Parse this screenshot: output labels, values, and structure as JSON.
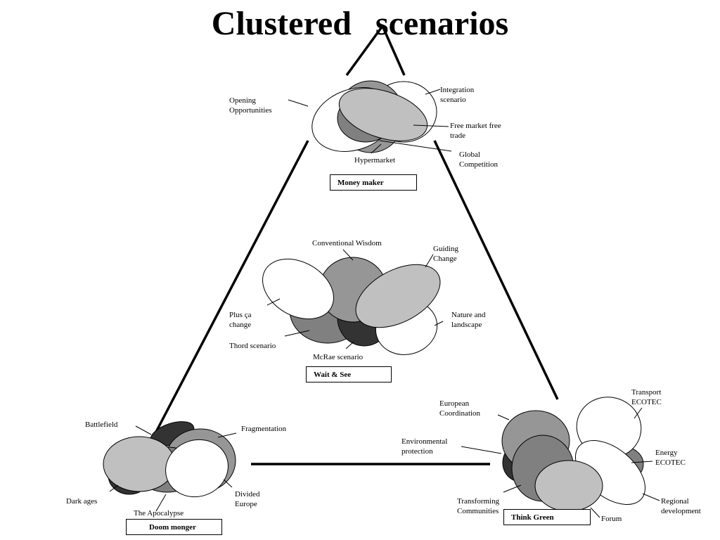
{
  "title": "Clustered scenarios",
  "colors": {
    "white": "#ffffff",
    "light_gray": "#c0c0c0",
    "mid_gray": "#969696",
    "dark_gray": "#808080",
    "near_black": "#333333"
  },
  "clusters": {
    "money_maker": {
      "box_label": "Money maker",
      "labels": {
        "opening": "Opening\nOpportunities",
        "integration": "Integration\nscenario",
        "free_market": "Free market free\ntrade",
        "global": "Global\nCompetition",
        "hypermarket": "Hypermarket"
      }
    },
    "wait_and_see": {
      "box_label": "Wait & See",
      "labels": {
        "conventional": "Conventional Wisdom",
        "guiding": "Guiding\nChange",
        "plus_ca": "Plus ça\nchange",
        "nature": "Nature and\nlandscape",
        "thord": "Thord scenario",
        "mcrae": "McRae scenario"
      }
    },
    "doom_monger": {
      "box_label": "Doom monger",
      "labels": {
        "battlefield": "Battlefield",
        "fragmentation": "Fragmentation",
        "dark_ages": "Dark ages",
        "divided": "Divided\nEurope",
        "apocalypse": "The Apocalypse"
      }
    },
    "think_green": {
      "box_label": "Think Green",
      "labels": {
        "european": "European\nCoordination",
        "transport": "Transport\nECOTEC",
        "environmental": "Environmental\nprotection",
        "energy": "Energy\nECOTEC",
        "transforming": "Transforming\nCommunities",
        "regional": "Regional\ndevelopment",
        "forum": "Forum"
      }
    }
  }
}
